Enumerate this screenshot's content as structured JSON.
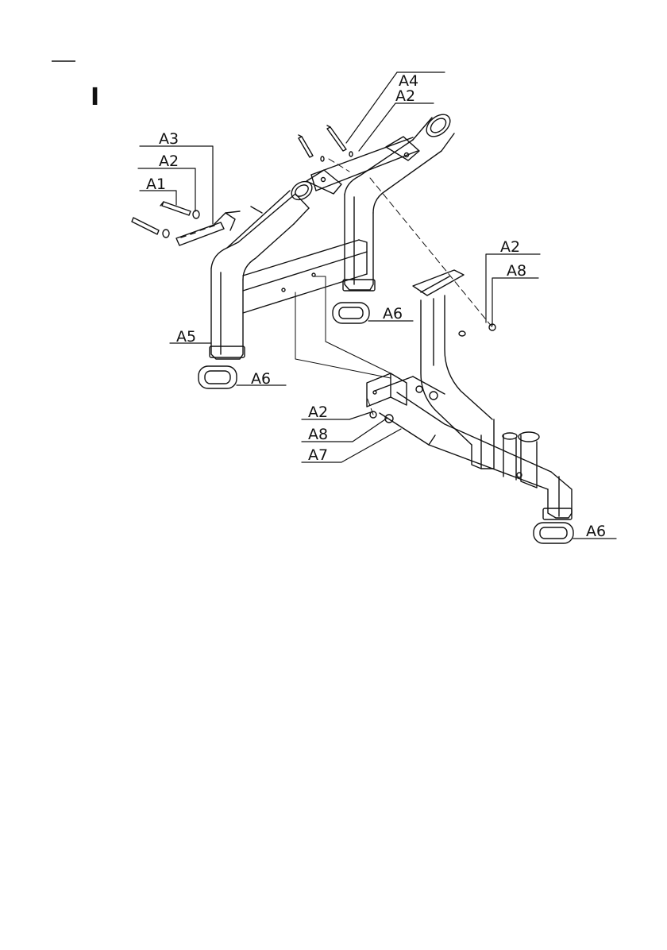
{
  "step": {
    "label": "I"
  },
  "parts": {
    "a1": "A1",
    "a2": "A2",
    "a3": "A3",
    "a4": "A4",
    "a5": "A5",
    "a6": "A6",
    "a7": "A7",
    "a8": "A8"
  },
  "colors": {
    "line": "#111111",
    "background": "#ffffff"
  }
}
